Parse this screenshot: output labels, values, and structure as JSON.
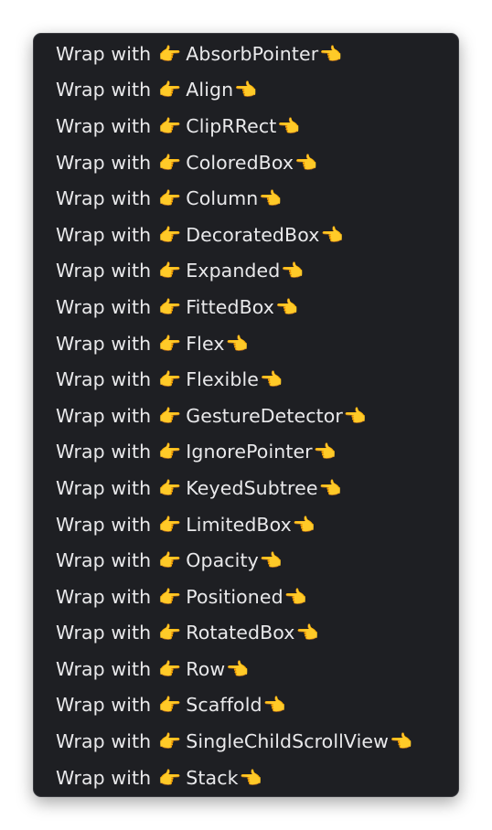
{
  "menu": {
    "prefix": "Wrap with",
    "right_hand": "👉",
    "left_hand": "👈",
    "items": [
      "AbsorbPointer",
      "Align",
      "ClipRRect",
      "ColoredBox",
      "Column",
      "DecoratedBox",
      "Expanded",
      "FittedBox",
      "Flex",
      "Flexible",
      "GestureDetector",
      "IgnorePointer",
      "KeyedSubtree",
      "LimitedBox",
      "Opacity",
      "Positioned",
      "RotatedBox",
      "Row",
      "Scaffold",
      "SingleChildScrollView",
      "Stack"
    ]
  },
  "colors": {
    "menu_background": "#1e1f23",
    "text": "#e9e9eb"
  }
}
